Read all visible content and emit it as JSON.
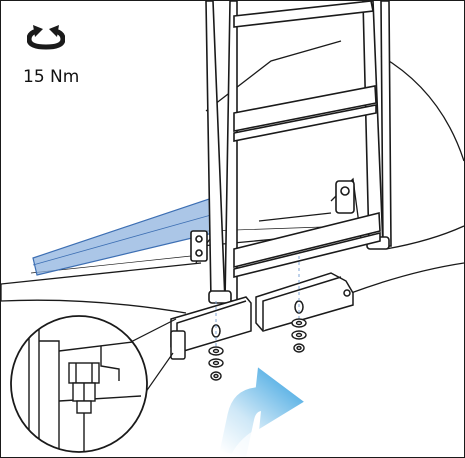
{
  "torque": {
    "icon": "rotate-arrow-icon",
    "value": "15 Nm"
  },
  "colors": {
    "line": "#1a1a1a",
    "highlight_rail": "#7fa6d6",
    "highlight_rail_edge": "#3d6fb3",
    "arrow_light": "#e8f4fc",
    "arrow_dark": "#5fb4e6"
  },
  "icons": [
    "rotate-arrow-icon",
    "ladder",
    "mounting-bracket",
    "bolt",
    "washer",
    "nut",
    "magnifier-inset",
    "insertion-arrow"
  ]
}
